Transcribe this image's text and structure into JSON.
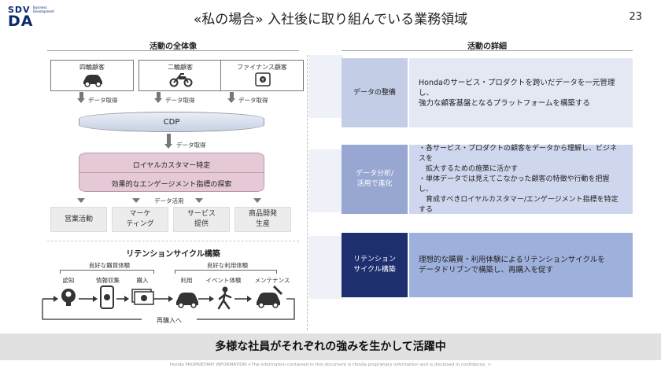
{
  "logo": {
    "brand_top": "SDV",
    "brand_bottom": "DA",
    "tag": "Business Development"
  },
  "title": "«私の場合» 入社後に取り組んでいる業務領域",
  "page_number": "23",
  "left": {
    "heading": "活動の全体像",
    "customers": [
      {
        "label": "四輪顧客",
        "icon": "car-icon"
      },
      {
        "label": "二輪顧客",
        "icon": "motorcycle-icon"
      },
      {
        "label": "ファイナンス顧客",
        "icon": "finance-icon"
      }
    ],
    "data_acquire": "データ取得",
    "cdp": "CDP",
    "data_acquire2": "データ取得",
    "cylinder_top": "ロイヤルカスタマー特定",
    "cylinder_bottom": "効果的なエンゲージメント指標の探索",
    "data_use": "データ活用",
    "outputs": [
      "営業活動",
      "マーケ\nティング",
      "サービス\n提供",
      "商品開発\n生産"
    ]
  },
  "retention": {
    "heading": "リテンションサイクル構築",
    "good_purchase": "良好な購買体験",
    "good_usage": "良好な利用体験",
    "steps": [
      "認知",
      "情報収集",
      "購入",
      "利用",
      "イベント体験",
      "メンテナンス"
    ],
    "repurchase": "再購入へ"
  },
  "right": {
    "heading": "活動の詳細",
    "rows": [
      {
        "label": "データの整備",
        "text": "Hondaのサービス・プロダクトを跨いだデータを一元管理し、\n強力な顧客基盤となるプラットフォームを構築する"
      },
      {
        "label": "データ分析/\n活用で進化",
        "text": "・各サービス・プロダクトの顧客をデータから理解し、ビジネスを\n　拡大するための施策に活かす\n・単体データでは見えてこなかった顧客の特徴や行動を把握し、\n　育成すべきロイヤルカスタマー/エンゲージメント指標を特定する"
      },
      {
        "label": "リテンション\nサイクル構築",
        "text": "理想的な購買・利用体験によるリテンションサイクルを\nデータドリブンで構築し、再購入を促す"
      }
    ]
  },
  "bottom_banner": "多様な社員がそれぞれの強みを生かして活躍中",
  "footer": "Honda PROPRIETARY INFORMATION <The information contained in this document is Honda proprietary information and is disclosed in confidence. >",
  "colors": {
    "navy": "#0b2a6e",
    "row1_label": "#c3cde6",
    "row1_box": "#e4e8f3",
    "row2_label": "#98a7d2",
    "row2_box": "#cfd7ee",
    "row3_label": "#1d2f6e",
    "row3_box": "#9eb0dc"
  }
}
